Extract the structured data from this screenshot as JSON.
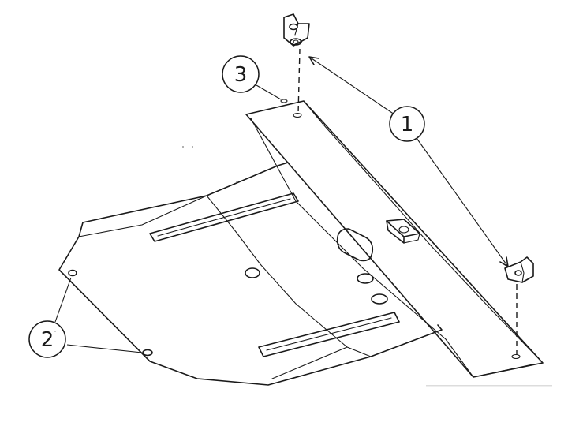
{
  "callouts": [
    {
      "id": "callout-1",
      "label": "1"
    },
    {
      "id": "callout-2",
      "label": "2"
    },
    {
      "id": "callout-3",
      "label": "3"
    }
  ],
  "colors": {
    "ink": "#1a1a1a",
    "paper": "#ffffff"
  }
}
